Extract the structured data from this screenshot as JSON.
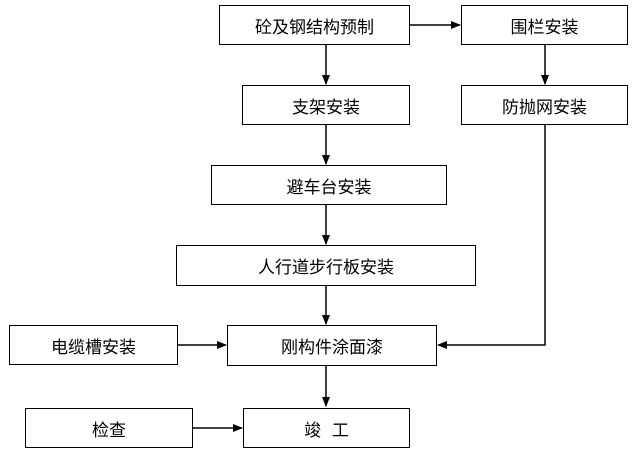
{
  "nodes": {
    "precast": "砼及钢结构预制",
    "guardrail": "围栏安装",
    "bracket": "支架安装",
    "anti_throw_net": "防抛网安装",
    "refuge_platform": "避车台安装",
    "walkway_plate": "人行道步行板安装",
    "cable_trough": "电缆槽安装",
    "paint": "刚构件涂面漆",
    "inspection": "检查",
    "completion": "竣  工"
  },
  "edges": [
    [
      "precast",
      "guardrail"
    ],
    [
      "precast",
      "bracket"
    ],
    [
      "guardrail",
      "anti_throw_net"
    ],
    [
      "bracket",
      "refuge_platform"
    ],
    [
      "refuge_platform",
      "walkway_plate"
    ],
    [
      "walkway_plate",
      "paint"
    ],
    [
      "cable_trough",
      "paint"
    ],
    [
      "anti_throw_net",
      "paint"
    ],
    [
      "paint",
      "completion"
    ],
    [
      "inspection",
      "completion"
    ]
  ],
  "colors": {
    "stroke": "#000000",
    "fill": "#ffffff"
  }
}
